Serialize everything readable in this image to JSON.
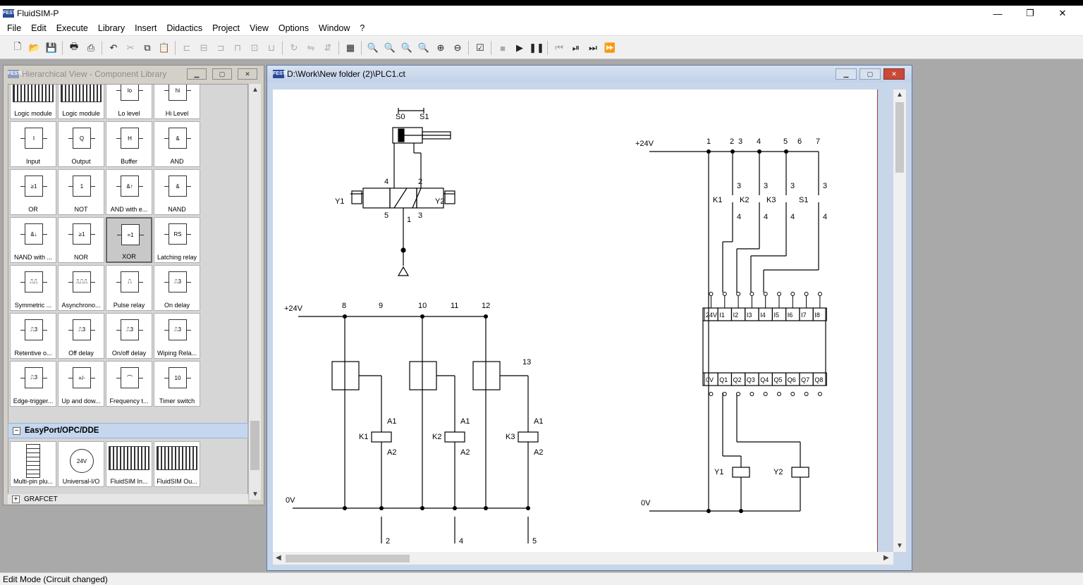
{
  "app": {
    "title": "FluidSIM-P"
  },
  "window_controls": {
    "minimize": "—",
    "maximize": "❐",
    "close": "✕"
  },
  "menu": [
    "File",
    "Edit",
    "Execute",
    "Library",
    "Insert",
    "Didactics",
    "Project",
    "View",
    "Options",
    "Window",
    "?"
  ],
  "library": {
    "title": "Hierarchical View - Component Library",
    "components": [
      {
        "label": "Logic module",
        "sym": ""
      },
      {
        "label": "Logic module",
        "sym": ""
      },
      {
        "label": "Lo level",
        "sym": "lo"
      },
      {
        "label": "Hi Level",
        "sym": "hi"
      },
      {
        "label": "Input",
        "sym": "I"
      },
      {
        "label": "Output",
        "sym": "Q"
      },
      {
        "label": "Buffer",
        "sym": "H"
      },
      {
        "label": "AND",
        "sym": "&"
      },
      {
        "label": "OR",
        "sym": "≥1"
      },
      {
        "label": "NOT",
        "sym": "1"
      },
      {
        "label": "AND with e...",
        "sym": "&↑"
      },
      {
        "label": "NAND",
        "sym": "&"
      },
      {
        "label": "NAND with ...",
        "sym": "&↓"
      },
      {
        "label": "NOR",
        "sym": "≥1"
      },
      {
        "label": "XOR",
        "sym": "=1"
      },
      {
        "label": "Latching relay",
        "sym": "RS"
      },
      {
        "label": "Symmetric ...",
        "sym": "⎍⎍"
      },
      {
        "label": "Asynchrono...",
        "sym": "⎍⎍⎍"
      },
      {
        "label": "Pulse relay",
        "sym": "⎍"
      },
      {
        "label": "On delay",
        "sym": "⎍3"
      },
      {
        "label": "Retentive o...",
        "sym": "⎍3"
      },
      {
        "label": "Off delay",
        "sym": "⎍3"
      },
      {
        "label": "On/off delay",
        "sym": "⎍3"
      },
      {
        "label": "Wiping Rela...",
        "sym": "⎍3"
      },
      {
        "label": "Edge-trigger...",
        "sym": "⎍3"
      },
      {
        "label": "Up and dow...",
        "sym": "+/-"
      },
      {
        "label": "Frequency t...",
        "sym": "⌒"
      },
      {
        "label": "Timer switch",
        "sym": "10"
      }
    ],
    "section": "EasyPort/OPC/DDE",
    "section_components": [
      {
        "label": "Multi-pin plu...",
        "sym": ""
      },
      {
        "label": "Universal-I/O",
        "sym": "24V"
      },
      {
        "label": "FluidSIM In...",
        "sym": ""
      },
      {
        "label": "FluidSIM Ou...",
        "sym": ""
      }
    ],
    "next_section": "GRAFCET"
  },
  "circuit_window": {
    "title": "D:\\Work\\New folder (2)\\PLC1.ct",
    "labels": {
      "s0": "S0",
      "s1": "S1",
      "v4": "4",
      "v2": "2",
      "v5": "5",
      "v3": "3",
      "v1": "1",
      "y1": "Y1",
      "y2": "Y2",
      "p24a": "+24V",
      "p0a": "0V",
      "lines_a": [
        "8",
        "9",
        "10",
        "11",
        "12"
      ],
      "l13": "13",
      "k1": "K1",
      "k2": "K2",
      "k3": "K3",
      "a1": "A1",
      "a2": "A2",
      "bottom_refs": [
        "2",
        "4",
        "5"
      ],
      "p24b": "+24V",
      "p0b": "0V",
      "lines_b": [
        "1",
        "2",
        "3",
        "4",
        "5",
        "6",
        "7"
      ],
      "sw3": "3",
      "sw4": "4",
      "s1b": "S1",
      "plc_inputs": [
        "24V",
        "I1",
        "I2",
        "I3",
        "I4",
        "I5",
        "I6",
        "I7",
        "I8"
      ],
      "plc_outputs": [
        "0V",
        "Q1",
        "Q2",
        "Q3",
        "Q4",
        "Q5",
        "Q6",
        "Q7",
        "Q8"
      ]
    }
  },
  "status": "Edit Mode (Circuit changed)"
}
